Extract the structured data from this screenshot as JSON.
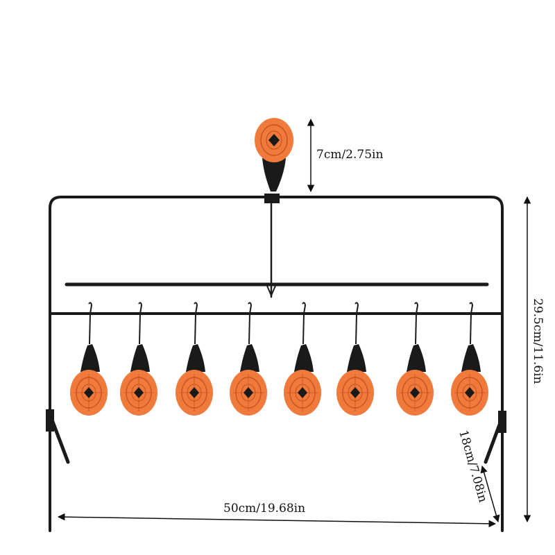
{
  "dimensions": {
    "top_target_height": "7cm/2.75in",
    "width": "50cm/19.68in",
    "height": "29.5cm/11.6in",
    "leg_length": "18cm/7.08in"
  },
  "colors": {
    "frame": "#1a1a1a",
    "target_face": "#f07a3c",
    "target_ring": "#c85220",
    "target_center": "#1a1a1a",
    "dimension_line": "#111111"
  },
  "target_count": {
    "bottom_row": 8,
    "top": 1
  }
}
